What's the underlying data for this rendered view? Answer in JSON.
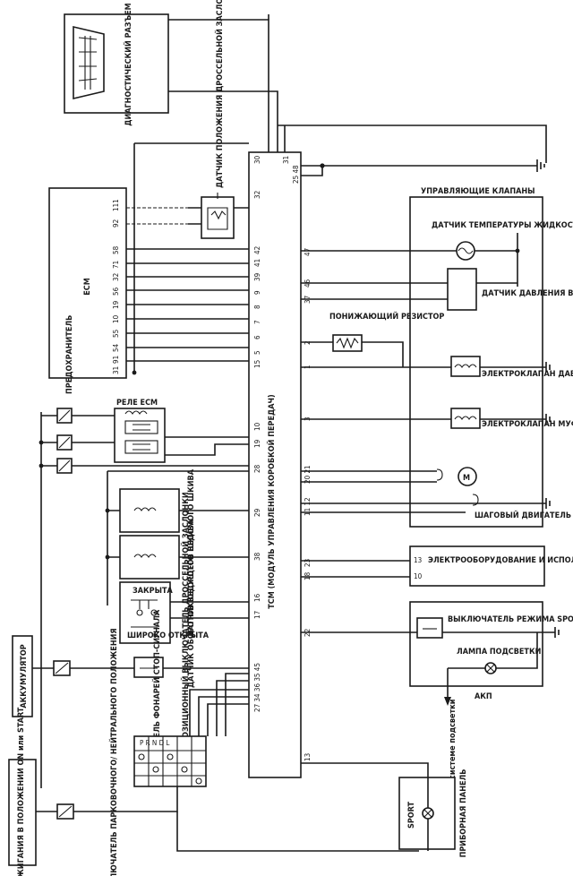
{
  "diagnostic_connector": "ДИАГНОСТИЧЕСКИЙ РАЗЪЕМ",
  "tcm": "TCM (МОДУЛЬ УПРАВЛЕНИЯ КОРОБКОЙ ПЕРЕДАЧ)",
  "ecm": "ECM",
  "fuse": "ПРЕДОХРАНИТЕЛЬ",
  "ecm_relay": "РЕЛЕ ECM",
  "battery": "АККУМУЛЯТОР",
  "ignition_switch": "КЛЮЧ ЗАЖИГАНИЯ В ПОЛОЖЕНИИ ON или START",
  "throttle_sensor": "ДАТЧИК ПОЛОЖЕНИЯ ДРОССЕЛЬНОЙ ЗАСЛОНКИ",
  "driven_pulley_sensor": "ДАТЧИК ОБОРОТОВ ВЕДОМОГО ШКИВА",
  "drive_pulley_sensor": "ДАТЧИК ОБОРОТОВ ВЕДУЩЕГО ШКИВА",
  "closed": "ЗАКРЫТА",
  "wide_open": "ШИРОКО ОТКРЫТА",
  "throttle_switch": "ПОЗИЦИОННЫЙ ВЫКЛЮЧАТЕЛЬ ДРОССЕЛЬНОЙ ЗАСЛОНКИ",
  "stop_lamp_switch": "ВЫКЛЮЧАТЕЛЬ ФОНАРЕЙ СТОП-СИГНАЛА",
  "park_neutral_switch": "ВЫКЛЮЧАТЕЛЬ ПАРКОВОЧНОГО/ НЕЙТРАЛЬНОГО ПОЛОЖЕНИЯ",
  "prndl": "P R N D L",
  "control_valves": "УПРАВЛЯЮЩИЕ КЛАПАНЫ",
  "fluid_temp_sensor": "ДАТЧИК ТЕМПЕРАТУРЫ ЖИДКОСТИ CVT",
  "line_pressure_sensor": "ДАТЧИК ДАВЛЕНИЯ В ЛИНИИ",
  "dropping_resistor": "ПОНИЖАЮЩИЙ РЕЗИСТОР",
  "line_pressure_solenoid": "ЭЛЕКТРОКЛАПАН ДАВЛЕНИЯ В ЛИНИИ",
  "torque_converter_solenoid": "ЭЛЕКТРОКЛАПАН МУФТЫ ГИДРОТРАНСФОРМАТОРА",
  "stepper_motor": "ШАГОВЫЙ ДВИГАТЕЛЬ",
  "abs_unit": "ЭЛЕКТРООБОРУДОВАНИЕ И ИСПОЛНИТЕЛЬНЫЙ МЕХАНИЗМ ABS (БЛОК УПРАВЛЕНИЯ)",
  "sport_switch": "ВЫКЛЮЧАТЕЛЬ РЕЖИМА SPORT",
  "backlight_lamp": "ЛАМПА ПОДСВЕТКИ",
  "cvt": "АКП",
  "to_lighting": "К системе подсветки",
  "instrument_panel": "ПРИБОРНАЯ ПАНЕЛЬ",
  "sport": "SPORT",
  "tcm_pins_left": [
    "30",
    "32",
    "42",
    "41",
    "39",
    "9",
    "8",
    "7",
    "6",
    "5",
    "15",
    "10",
    "19",
    "28",
    "29",
    "38",
    "17",
    "16",
    "27 34 36 35 45",
    "13"
  ],
  "tcm_pins_right": [
    "31",
    "25 48",
    "47",
    "46",
    "37",
    "2",
    "1",
    "3",
    "20 21",
    "11 12",
    "23",
    "18",
    "22"
  ],
  "ecm_pins": [
    "111",
    "92",
    "58",
    "71",
    "32",
    "56",
    "19",
    "10",
    "55",
    "54",
    "91",
    "31"
  ],
  "abs_pins": [
    "13",
    "10"
  ]
}
